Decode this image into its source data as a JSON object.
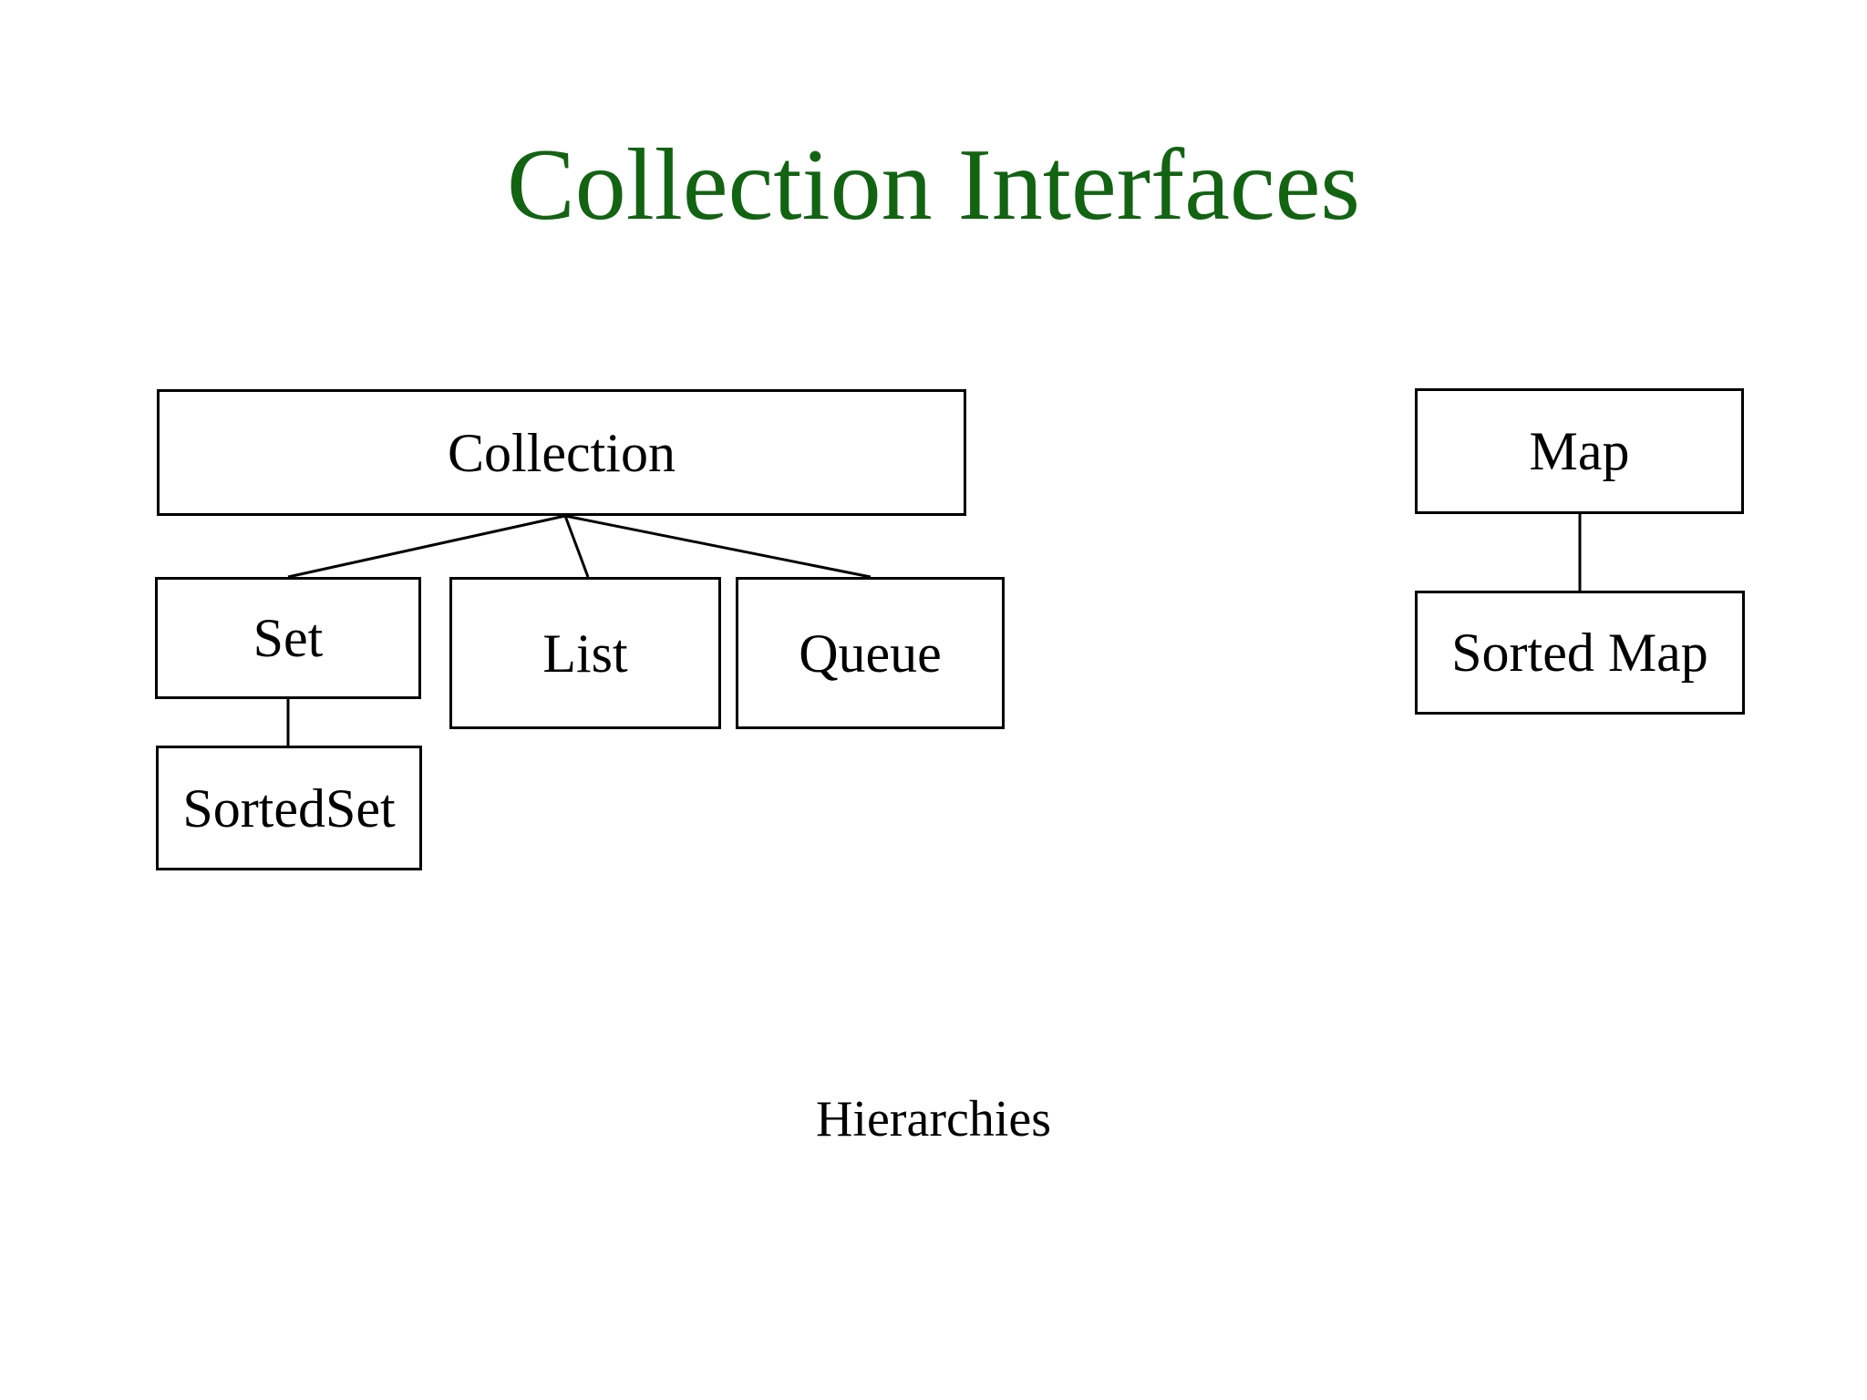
{
  "slide": {
    "title": "Collection Interfaces",
    "title_color": "#126312",
    "background_color": "#ffffff",
    "caption": "Hierarchies"
  },
  "diagram": {
    "line_color": "#000000",
    "box_border_color": "#000000",
    "box_fill_color": "#ffffff",
    "text_color": "#000000",
    "hierarchies": [
      {
        "name": "collection-hierarchy",
        "root": "Collection",
        "nodes": [
          {
            "id": "collection",
            "label": "Collection"
          },
          {
            "id": "set",
            "label": "Set"
          },
          {
            "id": "list",
            "label": "List"
          },
          {
            "id": "queue",
            "label": "Queue"
          },
          {
            "id": "sortedset",
            "label": "SortedSet"
          }
        ],
        "edges": [
          {
            "from": "collection",
            "to": "set"
          },
          {
            "from": "collection",
            "to": "list"
          },
          {
            "from": "collection",
            "to": "queue"
          },
          {
            "from": "set",
            "to": "sortedset"
          }
        ]
      },
      {
        "name": "map-hierarchy",
        "root": "Map",
        "nodes": [
          {
            "id": "map",
            "label": "Map"
          },
          {
            "id": "sortedmap",
            "label": "Sorted Map"
          }
        ],
        "edges": [
          {
            "from": "map",
            "to": "sortedmap"
          }
        ]
      }
    ]
  }
}
